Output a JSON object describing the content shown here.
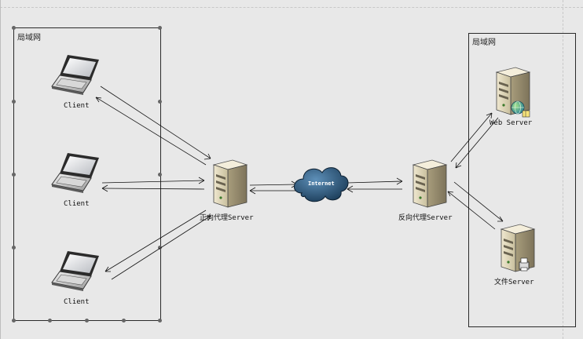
{
  "zones": {
    "left": {
      "title": "局域网"
    },
    "right": {
      "title": "局域网"
    }
  },
  "nodes": {
    "client_1": "Client",
    "client_2": "Client",
    "client_3": "Client",
    "forward_proxy": "正向代理Server",
    "internet": "Internet",
    "reverse_proxy": "反向代理Server",
    "web_server": "Web Server",
    "file_server": "文件Server"
  },
  "colors": {
    "background": "#e8e8e8",
    "cloud": "#1f4a6e",
    "server_body": "#d8cfb2"
  },
  "icons": [
    "laptop-icon",
    "server-tower-icon",
    "internet-cloud-icon",
    "globe-icon",
    "printer-icon"
  ]
}
